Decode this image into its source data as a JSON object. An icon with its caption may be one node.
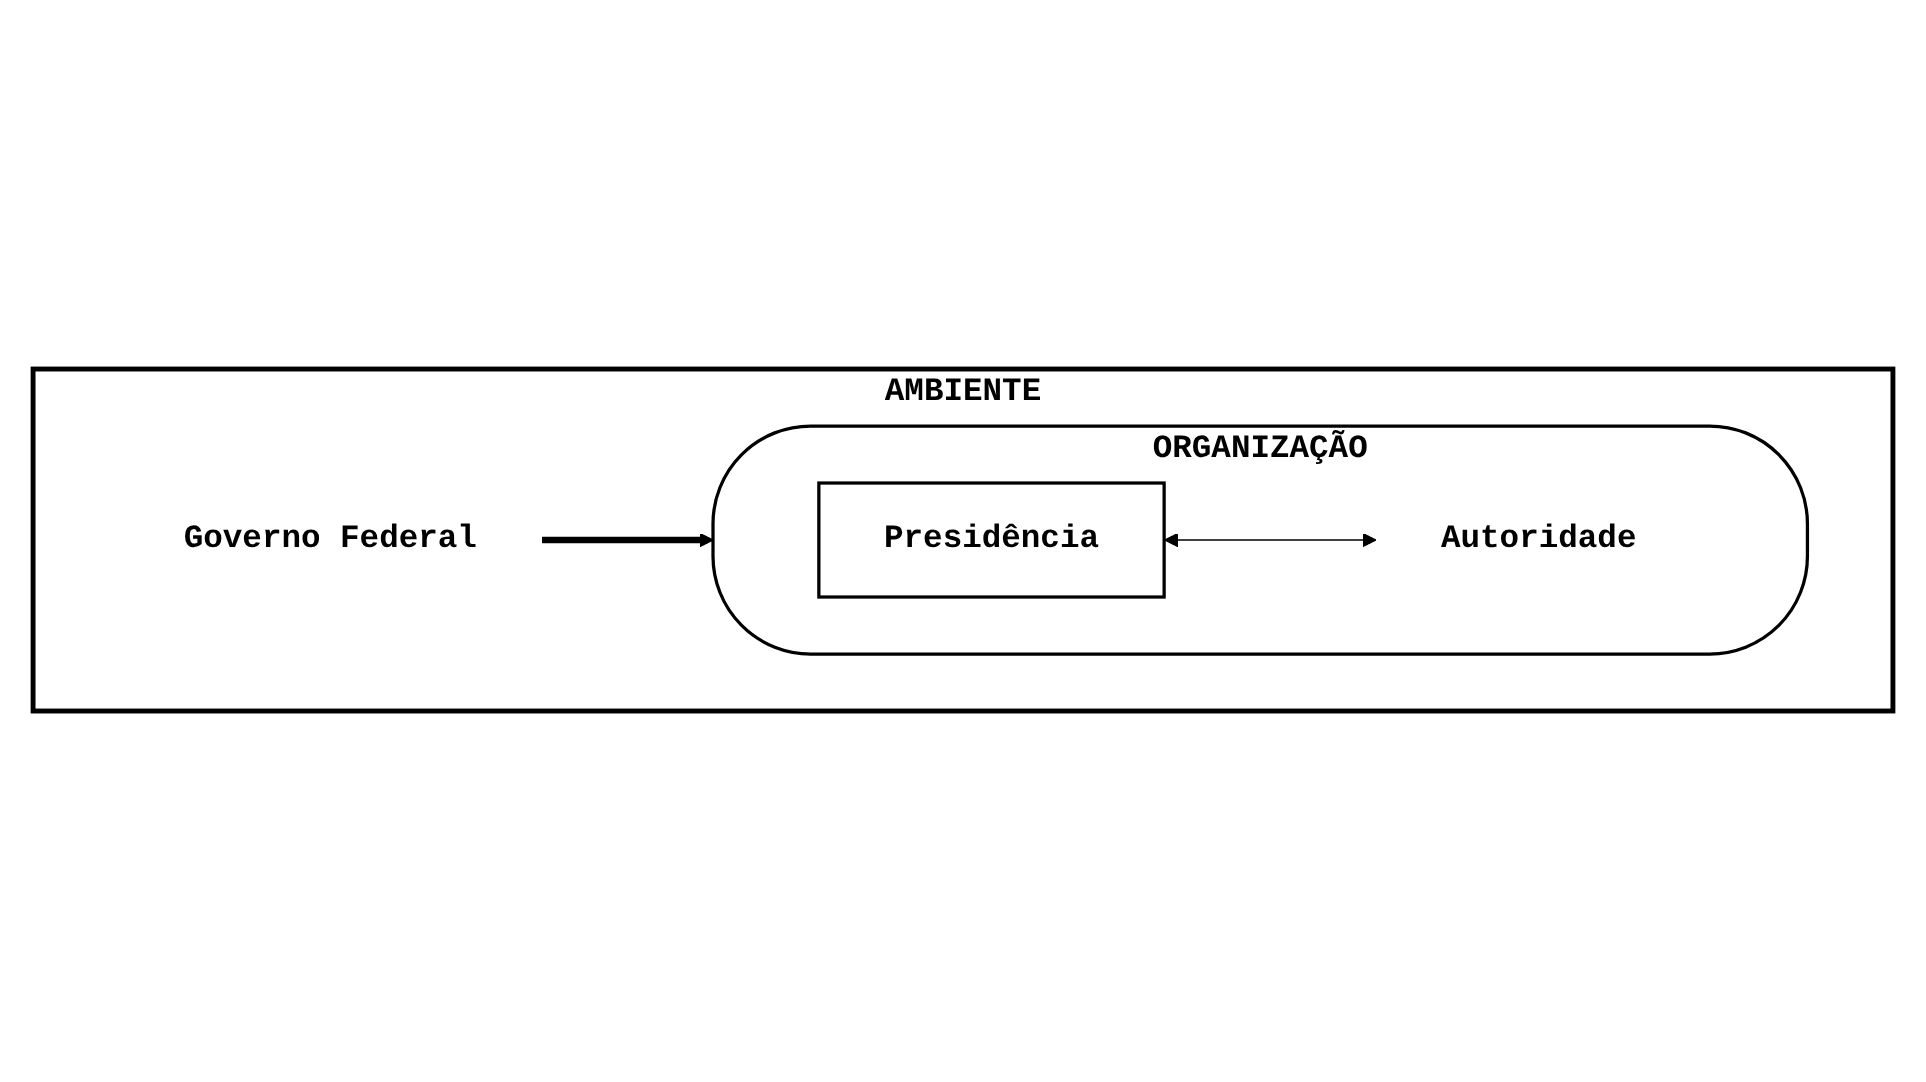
{
  "diagram": {
    "nodes": [
      {
        "text": [
          "AMBIENTE"
        ]
      },
      {
        "text": [
          "ORGANIZAÇÃO"
        ],
        "in": 0
      },
      {
        "text": [
          "Presidência"
        ],
        "in": 1
      },
      {
        "text": [
          "Autoridade"
        ],
        "in": 1
      },
      {
        "text": [
          "Governo Federal"
        ],
        "in": 0
      }
    ],
    "edges": [
      {
        "from": 4,
        "to": 1,
        "arrow": "to",
        "style": "thick"
      },
      {
        "from": 2,
        "to": 3,
        "arrow": "both"
      }
    ]
  }
}
